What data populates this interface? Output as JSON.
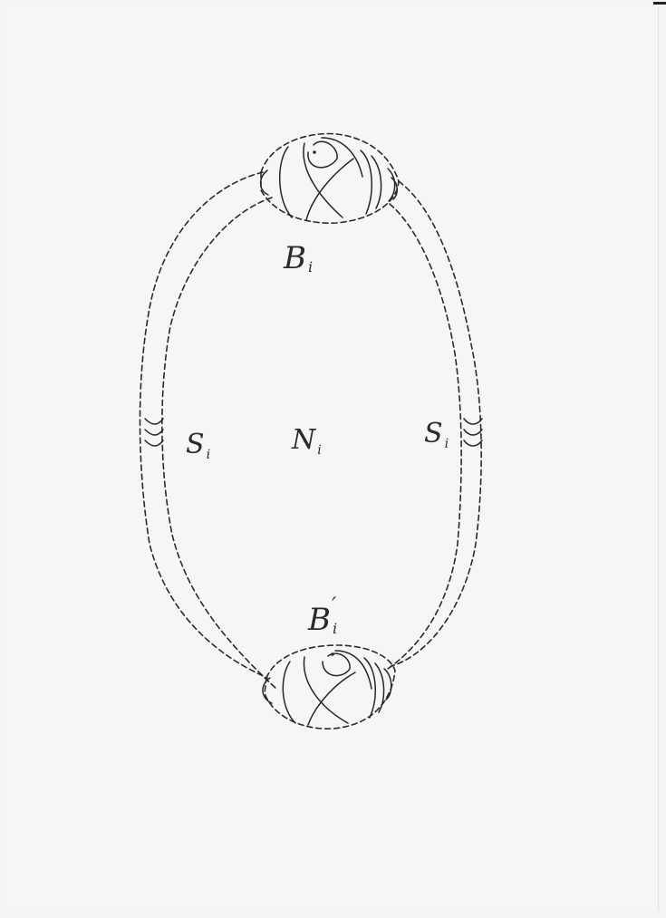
{
  "diagram": {
    "labels": {
      "b_top": "B",
      "b_top_sub": "i",
      "b_bottom": "B",
      "b_bottom_sub": "i",
      "b_bottom_prime": "′",
      "s_left": "S",
      "s_left_sub": "i",
      "s_right": "S",
      "s_right_sub": "i",
      "n_center": "N",
      "n_center_sub": "i"
    }
  }
}
